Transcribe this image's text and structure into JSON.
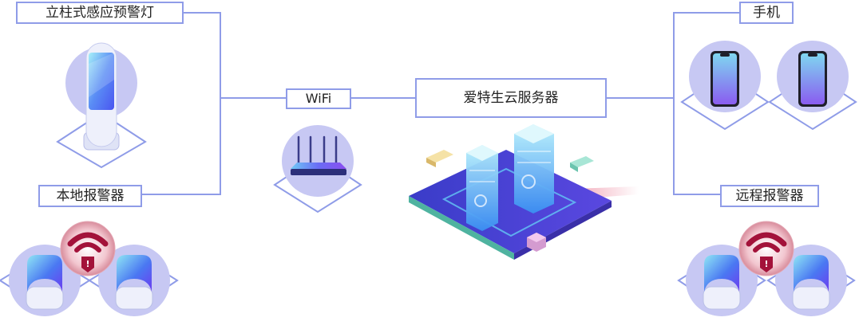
{
  "nodes": {
    "pillar_light": "立柱式感应预警灯",
    "local_alarm": "本地报警器",
    "wifi": "WiFi",
    "cloud_server": "爱特生云服务器",
    "phone": "手机",
    "remote_alarm": "远程报警器"
  },
  "colors": {
    "line": "#8f9ce8",
    "accent_purple": "#6c4cf0",
    "accent_blue": "#3c7cf5",
    "accent_cyan": "#7ed9f2",
    "alarm_red": "#a3123a",
    "disc": "#c7c8f3"
  },
  "icons": [
    "pillar-light-icon",
    "wifi-router-icon",
    "server-icon",
    "phone-icon",
    "alarm-icon",
    "wifi-signal-alarm-icon"
  ]
}
